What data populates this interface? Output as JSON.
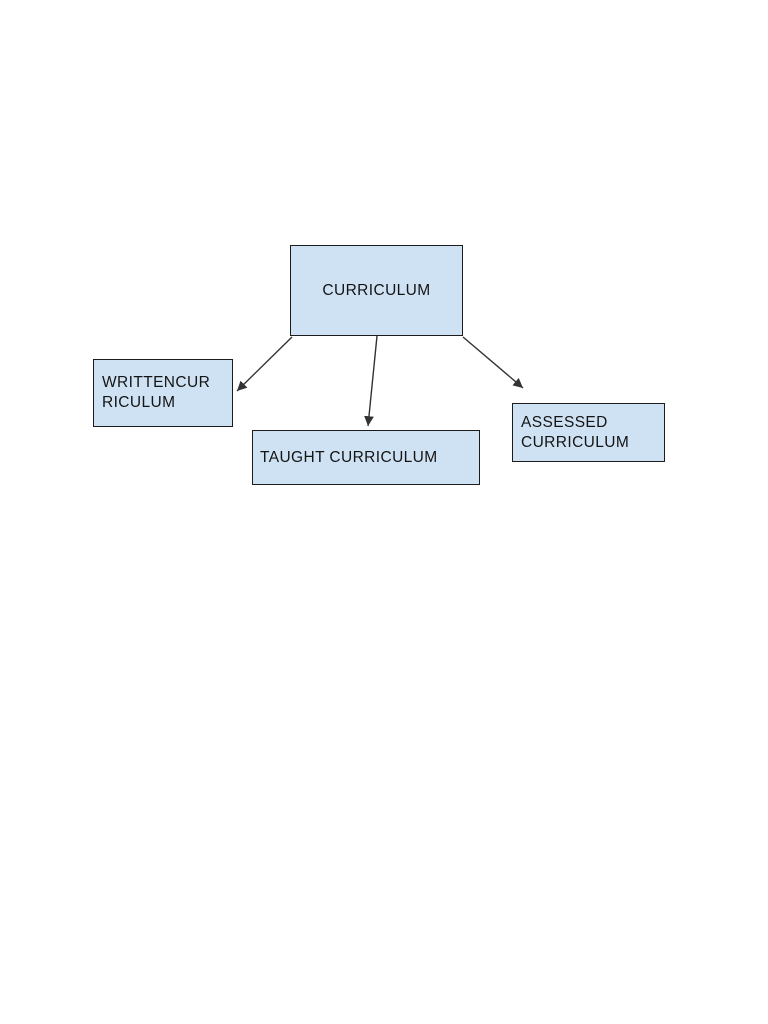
{
  "page": {
    "background_color": "#ffffff"
  },
  "diagram": {
    "colors": {
      "node_fill": "#cfe2f3",
      "node_border": "#1c1c1c",
      "arrow": "#333333",
      "text": "#141414"
    },
    "nodes": [
      {
        "id": "curriculum",
        "label": "CURRICULUM"
      },
      {
        "id": "written-curriculum",
        "label": "WRITTENCUR\nRICULUM"
      },
      {
        "id": "taught-curriculum",
        "label": "TAUGHT CURRICULUM"
      },
      {
        "id": "assessed-curriculum",
        "label": "ASSESSED\nCURRICULUM"
      }
    ],
    "edges": [
      {
        "from": "curriculum",
        "to": "written-curriculum",
        "style": "arrow"
      },
      {
        "from": "curriculum",
        "to": "taught-curriculum",
        "style": "arrow"
      },
      {
        "from": "curriculum",
        "to": "assessed-curriculum",
        "style": "arrow"
      }
    ]
  }
}
